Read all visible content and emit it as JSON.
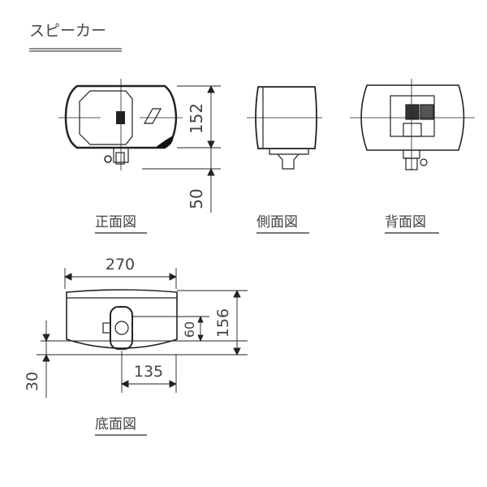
{
  "title": "スピーカー",
  "views": {
    "front": {
      "label": "正面図"
    },
    "side": {
      "label": "側面図"
    },
    "back": {
      "label": "背面図"
    },
    "bottom": {
      "label": "底面図"
    }
  },
  "dimensions": {
    "front_height": "152",
    "bracket_height": "50",
    "bottom_width": "270",
    "bottom_depth": "156",
    "mount_offset": "60",
    "half_width": "135",
    "bottom_offset": "30"
  },
  "colors": {
    "line": "#222222",
    "text": "#444444"
  }
}
